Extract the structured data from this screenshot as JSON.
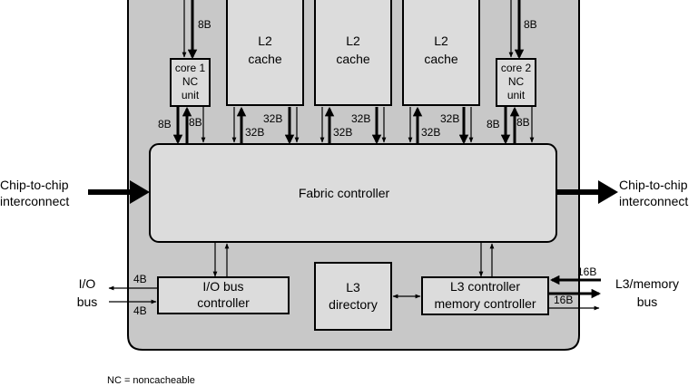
{
  "labels": {
    "l2_cache": [
      "L2",
      "cache"
    ],
    "core1": [
      "core 1",
      "NC",
      "unit"
    ],
    "core2": [
      "core 2",
      "NC",
      "unit"
    ],
    "fabric": "Fabric controller",
    "chip_left": [
      "Chip-to-chip",
      "interconnect"
    ],
    "chip_right": [
      "Chip-to-chip",
      "interconnect"
    ],
    "io": [
      "I/O",
      "bus"
    ],
    "io_ctrl": [
      "I/O bus",
      "controller"
    ],
    "l3_dir": [
      "L3",
      "directory"
    ],
    "l3_ctrl": [
      "L3 controller",
      "memory controller"
    ],
    "l3_mem": [
      "L3/memory",
      "bus"
    ],
    "footnote": "NC = noncacheable"
  },
  "widths": {
    "w8": "8B",
    "w32": "32B",
    "w4": "4B",
    "w16": "16B"
  },
  "colors": {
    "chip": "#c8c8c8",
    "block": "#dcdcdc",
    "stroke": "#000000"
  }
}
